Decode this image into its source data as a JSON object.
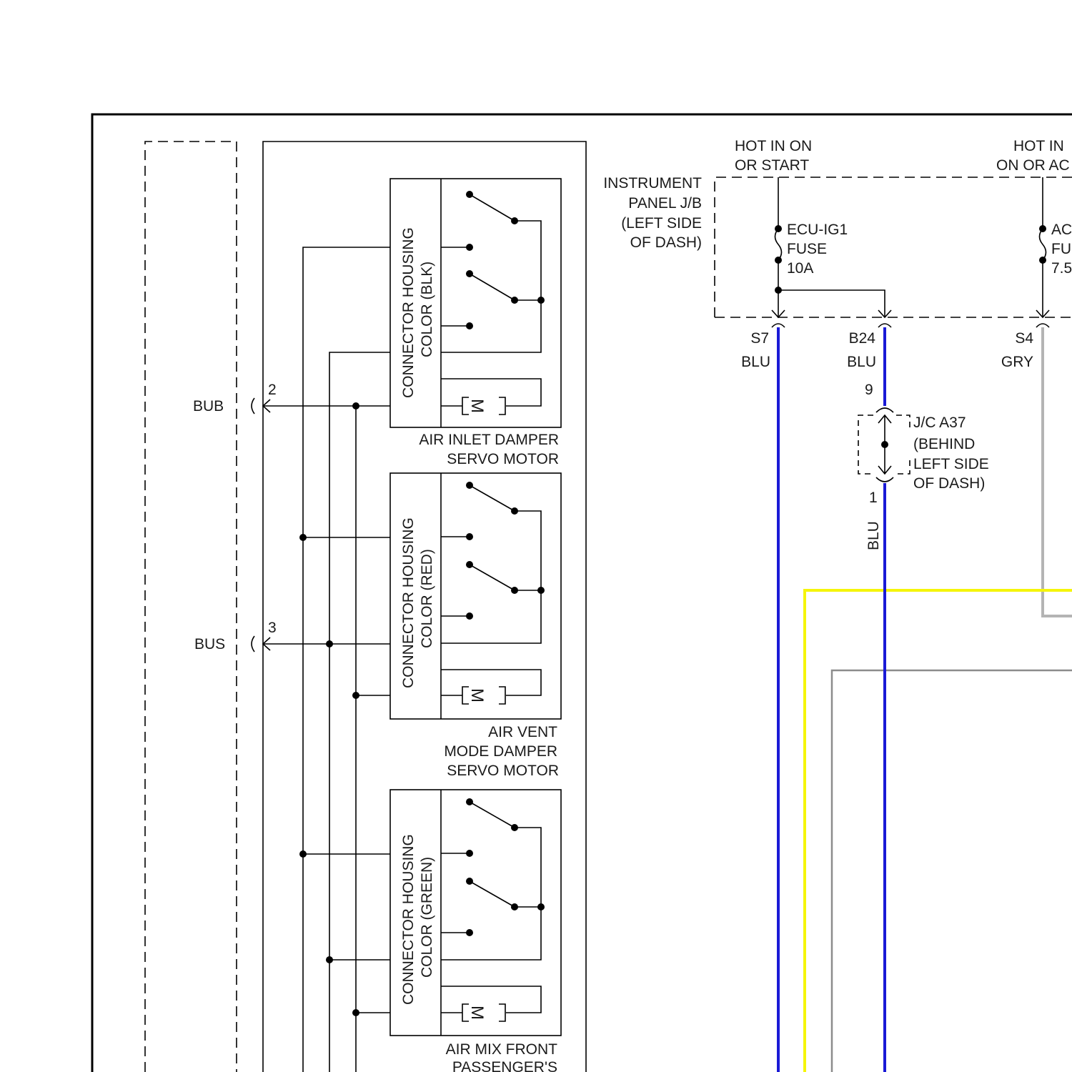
{
  "colors": {
    "blu": "#1a1ad6",
    "yel": "#f5f50a",
    "gry": "#b4b4b4",
    "line": "#000000"
  },
  "left_connector": {
    "pin_bub": "2",
    "label_bub": "BUB",
    "pin_bus": "3",
    "label_bus": "BUS"
  },
  "servo_motors": [
    {
      "housing_line1": "CONNECTOR HOUSING",
      "housing_line2": "COLOR (BLK)",
      "name_lines": [
        "AIR INLET DAMPER",
        "SERVO MOTOR"
      ],
      "motor_symbol": "M"
    },
    {
      "housing_line1": "CONNECTOR HOUSING",
      "housing_line2": "COLOR (RED)",
      "name_lines": [
        "AIR VENT",
        "MODE DAMPER",
        "SERVO MOTOR"
      ],
      "motor_symbol": "M"
    },
    {
      "housing_line1": "CONNECTOR HOUSING",
      "housing_line2": "COLOR (GREEN)",
      "name_lines": [
        "AIR MIX FRONT",
        "PASSENGER'S"
      ],
      "motor_symbol": "M"
    }
  ],
  "junction_block": {
    "label_lines": [
      "INSTRUMENT",
      "PANEL J/B",
      "(LEFT SIDE",
      "OF DASH)"
    ],
    "hot1_lines": [
      "HOT IN ON",
      "OR START"
    ],
    "hot2_lines": [
      "HOT IN",
      "ON OR AC"
    ],
    "fuse1_lines": [
      "ECU-IG1",
      "FUSE",
      "10A"
    ],
    "fuse2_lines": [
      "AC",
      "FU",
      "7.5"
    ]
  },
  "terminals": [
    {
      "pin": "S7",
      "color": "BLU"
    },
    {
      "pin": "B24",
      "color": "BLU"
    },
    {
      "pin": "S4",
      "color": "GRY"
    }
  ],
  "junction_connector": {
    "pin_top": "9",
    "pin_bottom": "1",
    "label_lines": [
      "J/C A37",
      "(BEHIND",
      "LEFT SIDE",
      "OF DASH)"
    ],
    "wire_color": "BLU"
  }
}
